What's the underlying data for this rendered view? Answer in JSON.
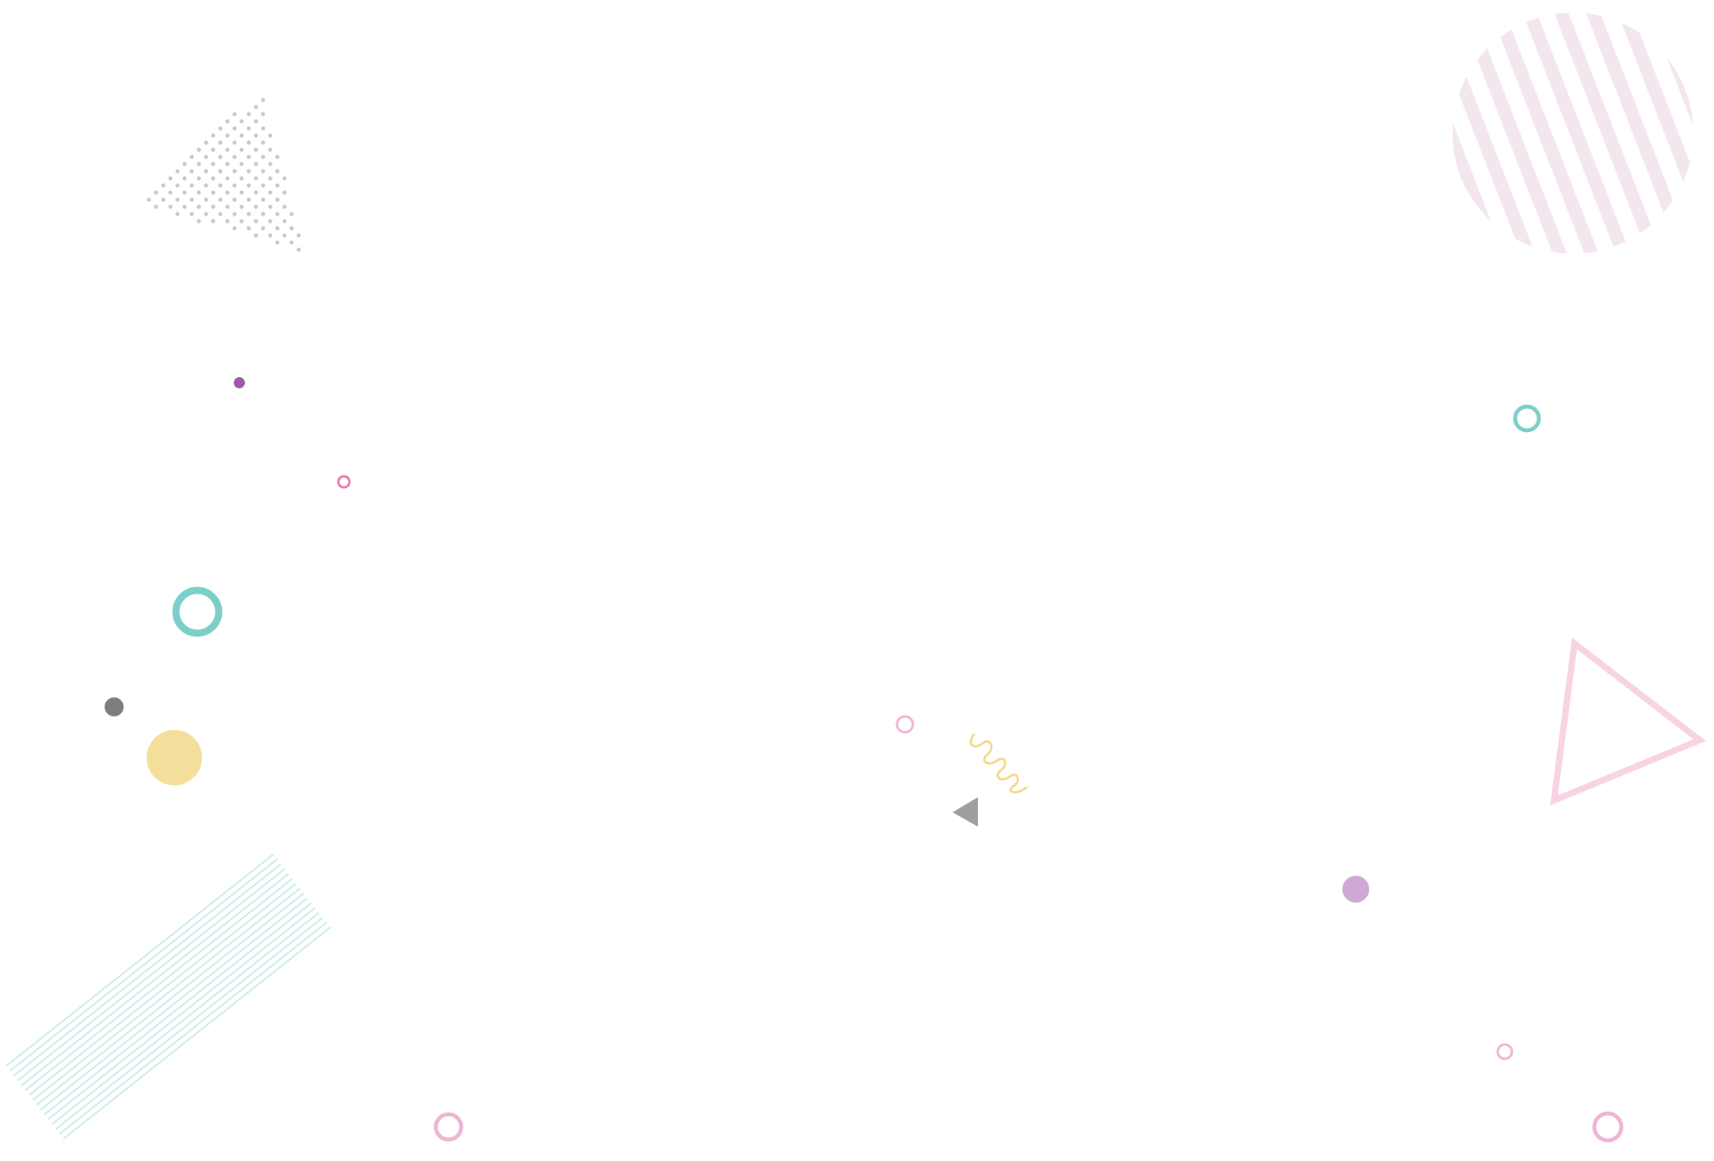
{
  "background_color": "#ffffff",
  "shapes": [
    {
      "name": "dotted-triangle-pattern",
      "icon": "triangle-dots-icon",
      "color": "#c8c8c8"
    },
    {
      "name": "striped-circle-pattern",
      "icon": "striped-circle-icon",
      "color": "#f3e6ef"
    },
    {
      "name": "purple-dot",
      "icon": "dot-icon",
      "color": "#9b59a6"
    },
    {
      "name": "small-pink-ring-upper-left",
      "icon": "ring-icon",
      "color": "#e879ad"
    },
    {
      "name": "large-teal-ring-left",
      "icon": "ring-icon",
      "color": "#7ccfc8"
    },
    {
      "name": "gray-dot",
      "icon": "dot-icon",
      "color": "#7d7d7d"
    },
    {
      "name": "yellow-circle",
      "icon": "circle-icon",
      "color": "#f3df9b"
    },
    {
      "name": "teal-striped-band",
      "icon": "diagonal-lines-icon",
      "color": "#c7ece8"
    },
    {
      "name": "pink-ring-bottom-center",
      "icon": "ring-icon",
      "color": "#f0b3d2"
    },
    {
      "name": "small-pink-ring-center",
      "icon": "ring-icon",
      "color": "#f0b3d2"
    },
    {
      "name": "yellow-squiggle",
      "icon": "squiggle-icon",
      "color": "#f3d98a"
    },
    {
      "name": "gray-triangle",
      "icon": "triangle-icon",
      "color": "#9e9e9e"
    },
    {
      "name": "teal-ring-right",
      "icon": "ring-icon",
      "color": "#7ccfc8"
    },
    {
      "name": "pink-outline-triangle",
      "icon": "triangle-outline-icon",
      "color": "#f7d3e3"
    },
    {
      "name": "lilac-dot",
      "icon": "dot-icon",
      "color": "#cfa9d3"
    },
    {
      "name": "small-pink-ring-bottom-right",
      "icon": "ring-icon",
      "color": "#f0b3d2"
    },
    {
      "name": "pink-ring-bottom-right",
      "icon": "ring-icon",
      "color": "#f0b3d2"
    }
  ]
}
